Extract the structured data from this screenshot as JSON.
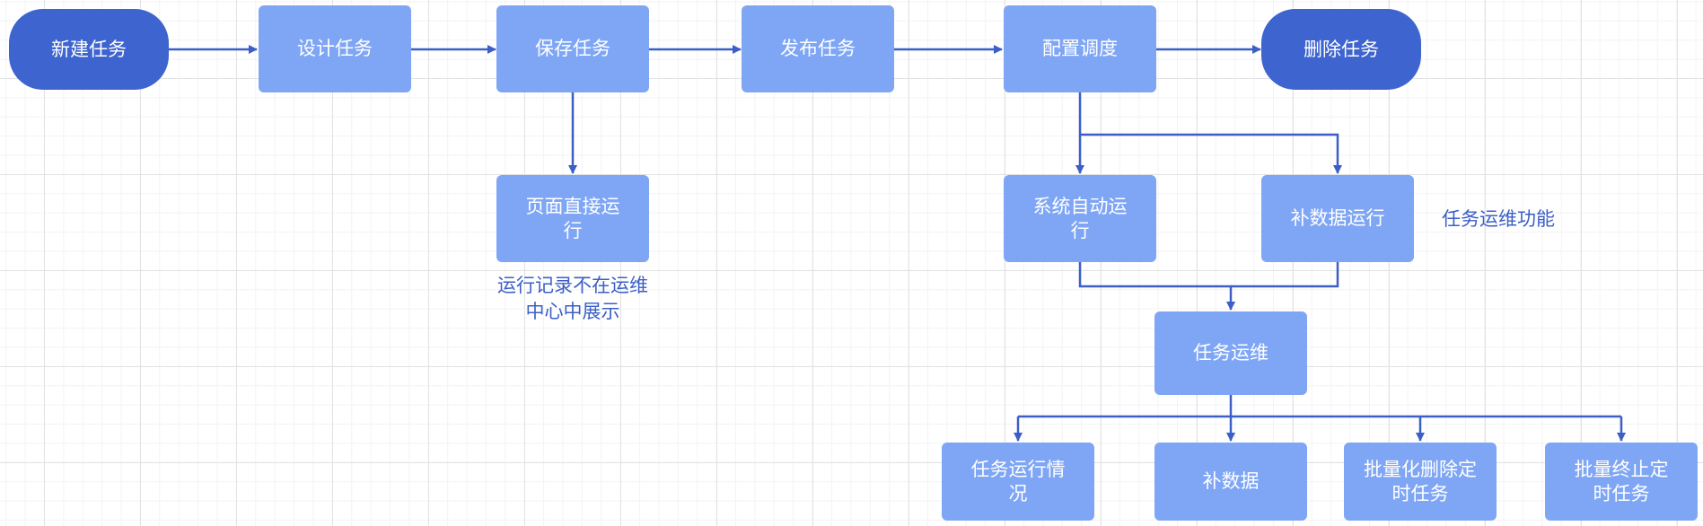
{
  "colors": {
    "process_fill": "#7fa6f5",
    "terminal_fill": "#3e64cf",
    "connector": "#3b5fc7",
    "note_text": "#3b5fc7",
    "grid": "#e2e2e2"
  },
  "nodes": {
    "new_task": "新建任务",
    "design_task": "设计任务",
    "save_task": "保存任务",
    "publish_task": "发布任务",
    "config_schedule": "配置调度",
    "delete_task": "删除任务",
    "page_direct_run": "页面直接运行",
    "system_auto_run": "系统自动运行",
    "backfill_run": "补数据运行",
    "task_ops": "任务运维",
    "task_run_status": "任务运行情况",
    "backfill_data": "补数据",
    "batch_delete_scheduled": "批量化删除定时任务",
    "batch_stop_scheduled": "批量终止定时任务"
  },
  "notes": {
    "run_record_note": "运行记录不在运维中心中展示",
    "ops_features_note": "任务运维功能"
  }
}
